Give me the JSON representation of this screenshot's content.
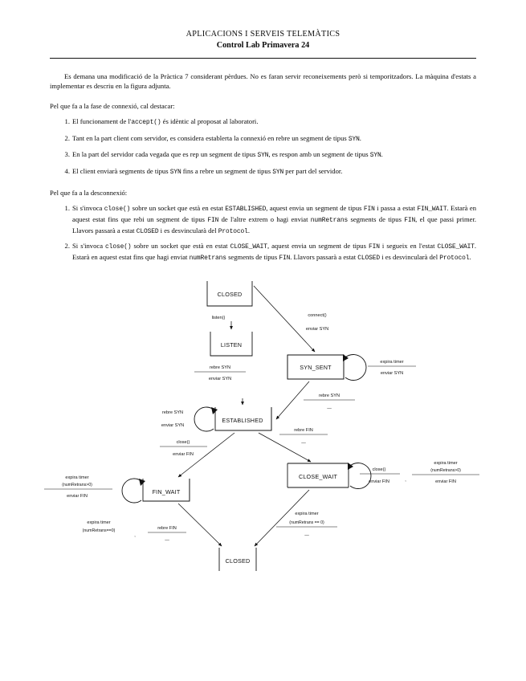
{
  "header": {
    "course": "APLICACIONS I SERVEIS TELEMÀTICS",
    "title": "Control Lab Primavera 24"
  },
  "intro": {
    "paragraph": "Es demana una modificació de la Pràctica 7 considerant pèrdues. No es faran servir reconeixements però si temporitzadors. La màquina d'estats a implementar es descriu en la figura adjunta."
  },
  "connection_section": {
    "lead": "Pel que fa a la fase de connexió, cal destacar:",
    "items": [
      {
        "parts": [
          {
            "t": "El funcionament de l'",
            "m": false
          },
          {
            "t": "accept()",
            "m": true
          },
          {
            "t": " és idèntic al proposat al laboratori.",
            "m": false
          }
        ]
      },
      {
        "parts": [
          {
            "t": "Tant en la part client com servidor, es considera establerta la connexió en rebre un segment de tipus ",
            "m": false
          },
          {
            "t": "SYN",
            "m": true
          },
          {
            "t": ".",
            "m": false
          }
        ]
      },
      {
        "parts": [
          {
            "t": "En la part del servidor cada vegada que es rep un segment de tipus ",
            "m": false
          },
          {
            "t": "SYN",
            "m": true
          },
          {
            "t": ", es respon amb un segment de tipus ",
            "m": false
          },
          {
            "t": "SYN",
            "m": true
          },
          {
            "t": ".",
            "m": false
          }
        ]
      },
      {
        "parts": [
          {
            "t": "El client enviarà segments de tipus ",
            "m": false
          },
          {
            "t": "SYN",
            "m": true
          },
          {
            "t": " fins a rebre un segment de tipus ",
            "m": false
          },
          {
            "t": "SYN",
            "m": true
          },
          {
            "t": " per part del servidor.",
            "m": false
          }
        ]
      }
    ]
  },
  "disconnection_section": {
    "lead": "Pel que fa a la desconnexió:",
    "items": [
      {
        "parts": [
          {
            "t": "Si s'invoca ",
            "m": false
          },
          {
            "t": "close()",
            "m": true
          },
          {
            "t": " sobre un socket que està en estat ",
            "m": false
          },
          {
            "t": "ESTABLISHED",
            "m": true
          },
          {
            "t": ", aquest envia un segment de tipus ",
            "m": false
          },
          {
            "t": "FIN",
            "m": true
          },
          {
            "t": " i passa a estat ",
            "m": false
          },
          {
            "t": "FIN_WAIT",
            "m": true
          },
          {
            "t": ". Estarà en aquest estat fins que rebi un segment de tipus ",
            "m": false
          },
          {
            "t": "FIN",
            "m": true
          },
          {
            "t": " de l'altre extrem o hagi enviat ",
            "m": false
          },
          {
            "t": "numRetrans",
            "m": true
          },
          {
            "t": " segments de tipus ",
            "m": false
          },
          {
            "t": "FIN",
            "m": true
          },
          {
            "t": ", el que passi primer. Llavors passarà a estat ",
            "m": false
          },
          {
            "t": "CLOSED",
            "m": true
          },
          {
            "t": " i es desvincularà del ",
            "m": false
          },
          {
            "t": "Protocol",
            "m": true
          },
          {
            "t": ".",
            "m": false
          }
        ]
      },
      {
        "parts": [
          {
            "t": "Si s'invoca ",
            "m": false
          },
          {
            "t": "close()",
            "m": true
          },
          {
            "t": " sobre un socket que està en estat ",
            "m": false
          },
          {
            "t": "CLOSE_WAIT",
            "m": true
          },
          {
            "t": ", aquest envia un segment de tipus ",
            "m": false
          },
          {
            "t": "FIN",
            "m": true
          },
          {
            "t": " i segueix en l'estat ",
            "m": false
          },
          {
            "t": "CLOSE_WAIT",
            "m": true
          },
          {
            "t": ". Estarà en aquest estat fins que hagi enviat ",
            "m": false
          },
          {
            "t": "numRetrans",
            "m": true
          },
          {
            "t": " segments de tipus ",
            "m": false
          },
          {
            "t": "FIN",
            "m": true
          },
          {
            "t": ". Llavors passarà a estat ",
            "m": false
          },
          {
            "t": "CLOSED",
            "m": true
          },
          {
            "t": " i es desvincularà del ",
            "m": false
          },
          {
            "t": "Protocol",
            "m": true
          },
          {
            "t": ".",
            "m": false
          }
        ]
      }
    ]
  },
  "diagram": {
    "states": {
      "closed_top": "CLOSED",
      "listen": "LISTEN",
      "syn_sent": "SYN_SENT",
      "established": "ESTABLISHED",
      "close_wait": "CLOSE_WAIT",
      "fin_wait": "FIN_WAIT",
      "closed_bottom": "CLOSED"
    },
    "transitions": {
      "listen_call": "listen()",
      "connect_top": "connect()",
      "connect_bottom": "enviar SYN",
      "synsent_loop_top": "expira timer",
      "synsent_loop_bottom": "enviar SYN",
      "listen_to_est_top": "rebre SYN",
      "listen_to_est_bottom": "enviar SYN",
      "synsent_to_est_top": "rebre SYN",
      "synsent_to_est_bottom": "—",
      "est_loop_top": "rebre SYN",
      "est_loop_bottom": "enviar SYN",
      "est_to_finwait_top": "close()",
      "est_to_finwait_bottom": "enviar FIN",
      "est_to_closewait_top": "rebre FIN",
      "est_to_closewait_bottom": "—",
      "closewait_loop_top": "close()",
      "closewait_loop_bottom": "enviar FIN",
      "closewait_loop2_l1": "expira timer",
      "closewait_loop2_l2": "(numRetrans>0)",
      "closewait_loop2_bottom": "enviar FIN",
      "separator": ",",
      "finwait_loop_l1": "expira timer",
      "finwait_loop_l2": "(numRetrans>0)",
      "finwait_loop_bottom": "enviar FIN",
      "finwait_to_closed_l1": "expira timer",
      "finwait_to_closed_l2": "(numRetrans==0)",
      "finwait_to_closed_sep": ",",
      "finwait_to_closed_alt_top": "rebre FIN",
      "finwait_to_closed_alt_bottom": "—",
      "closewait_to_closed_l1": "expira timer",
      "closewait_to_closed_l2": "(numRetrans == 0)",
      "closewait_to_closed_bottom": "—"
    }
  }
}
